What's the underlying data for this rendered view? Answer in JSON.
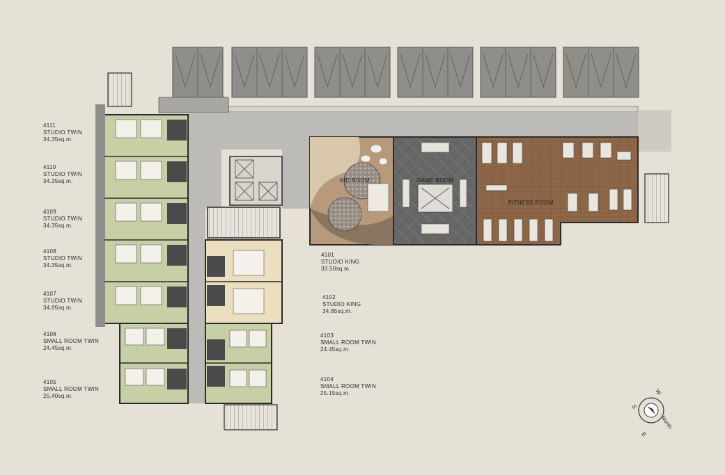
{
  "colors": {
    "background": "#e6e1d6",
    "corridor": "#bdbbb7",
    "room_green": "#c6cfa6",
    "room_beige": "#ecdfc0",
    "wood_floor": "#8d6748",
    "game_floor": "#5e5e5e",
    "kid_floor": "#b69a7b",
    "wall": "#2b2b2b",
    "parking": "#8f8e8b"
  },
  "rooms_left": [
    {
      "number": "4111",
      "type": "STUDIO TWIN",
      "area": "34.35sq.m."
    },
    {
      "number": "4110",
      "type": "STUDIO TWIN",
      "area": "34.35sq.m."
    },
    {
      "number": "4109",
      "type": "STUDIO TWIN",
      "area": "34.35sq.m."
    },
    {
      "number": "4108",
      "type": "STUDIO TWIN",
      "area": "34.35sq.m."
    },
    {
      "number": "4107",
      "type": "STUDIO TWIN",
      "area": "34.95sq.m."
    },
    {
      "number": "4106",
      "type": "SMALL ROOM TWIN",
      "area": "24.45sq.m."
    },
    {
      "number": "4105",
      "type": "SMALL ROOM TWIN",
      "area": "25.40sq.m."
    }
  ],
  "rooms_right": [
    {
      "number": "4101",
      "type": "STUDIO KING",
      "area": "33.50sq.m."
    },
    {
      "number": "4102",
      "type": "STUDIO KING",
      "area": "34.85sq.m."
    },
    {
      "number": "4103",
      "type": "SMALL ROOM TWIN",
      "area": "24.45sq.m."
    },
    {
      "number": "4104",
      "type": "SMALL ROOM TWIN",
      "area": "25.15sq.m."
    }
  ],
  "facilities": {
    "kid_room": "KID ROOM",
    "game_room": "GAME ROOM",
    "fitness_room": "FITNESS ROOM"
  },
  "compass": {
    "north": "North",
    "w": "W",
    "e": "E",
    "s": "S"
  }
}
